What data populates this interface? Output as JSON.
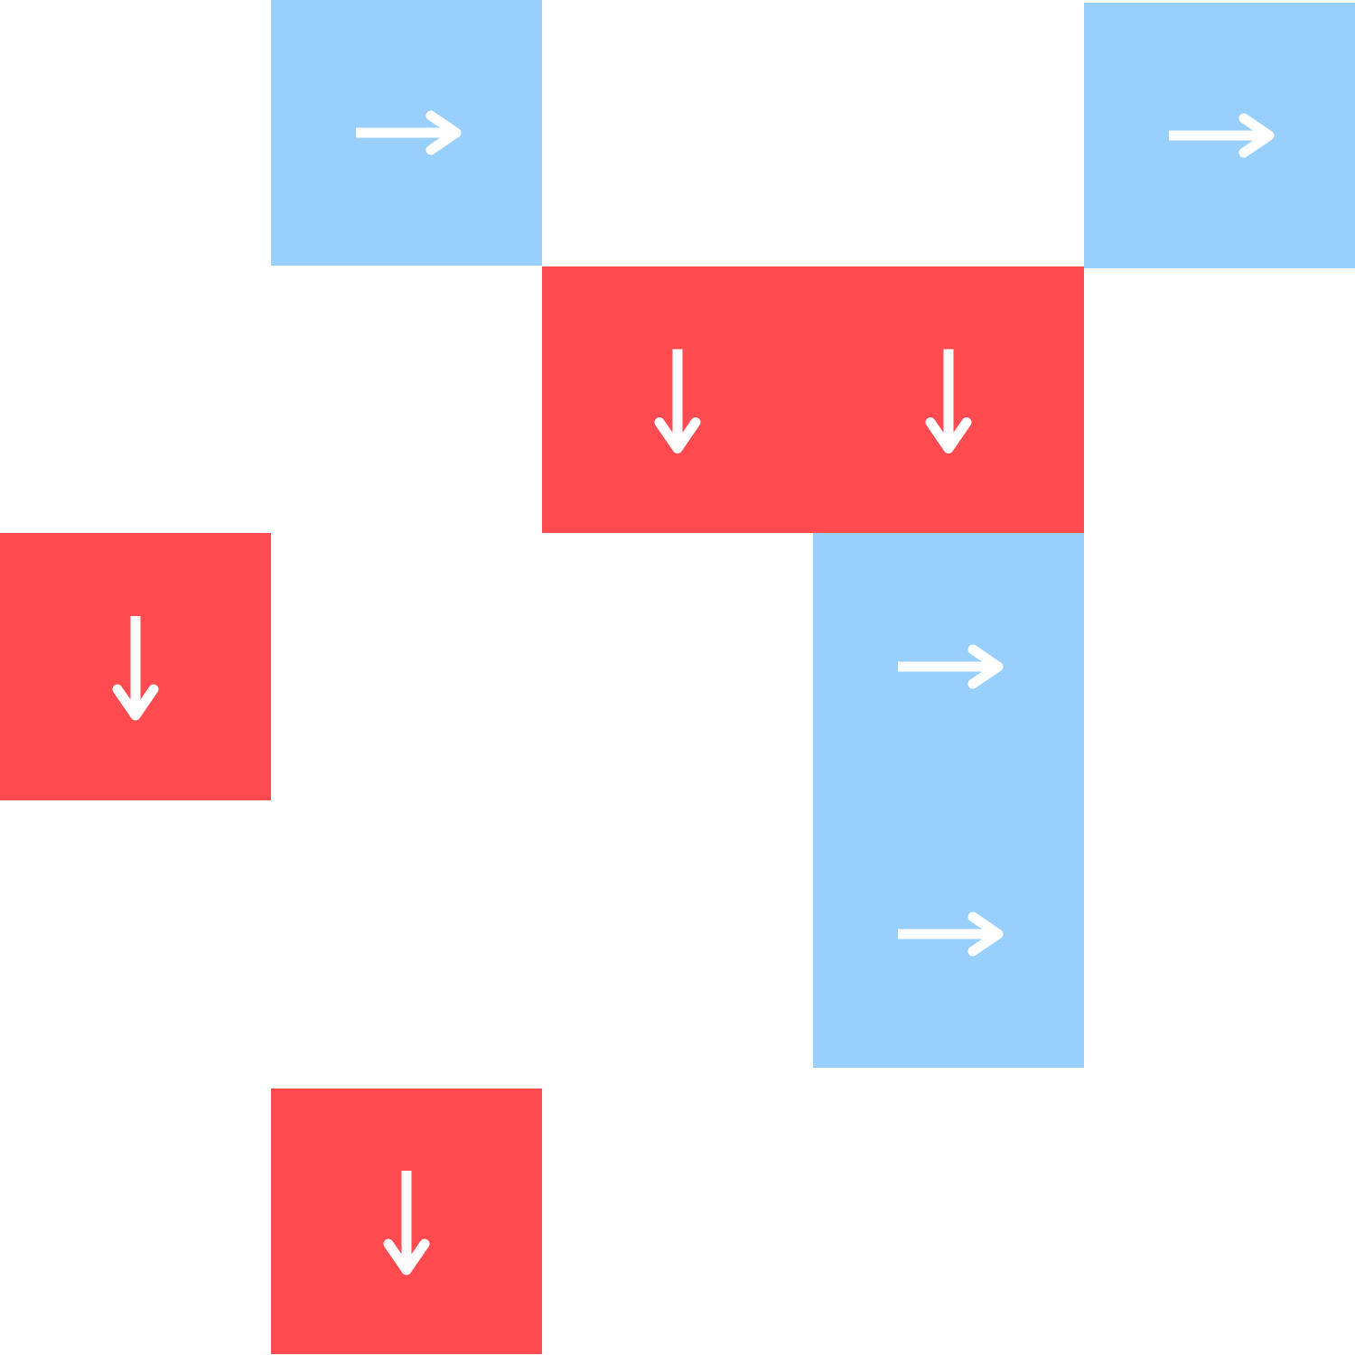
{
  "colors": {
    "background": "#ffffff",
    "right": "#99cffb",
    "down": "#ff4a4f",
    "arrow": "#ffffff"
  },
  "tiles": [
    {
      "direction": "right",
      "color": "right",
      "icon": "arrow-right-icon"
    },
    {
      "direction": "right",
      "color": "right",
      "icon": "arrow-right-icon"
    },
    {
      "direction": "down",
      "color": "down",
      "icon": "arrow-down-icon"
    },
    {
      "direction": "down",
      "color": "down",
      "icon": "arrow-down-icon"
    },
    {
      "direction": "down",
      "color": "down",
      "icon": "arrow-down-icon"
    },
    {
      "direction": "right",
      "color": "right",
      "icon": "arrow-right-icon"
    },
    {
      "direction": "right",
      "color": "right",
      "icon": "arrow-right-icon"
    },
    {
      "direction": "down",
      "color": "down",
      "icon": "arrow-down-icon"
    }
  ]
}
